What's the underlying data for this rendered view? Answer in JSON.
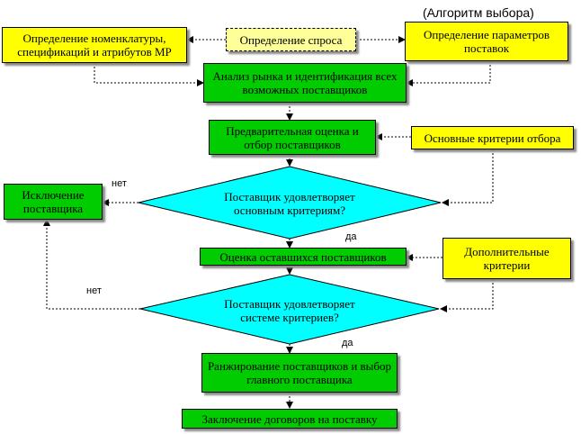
{
  "title": "(Алгоритм выбора)",
  "boxes": {
    "nomenclature": "Определение номенклатуры, спецификаций и атрибутов МР",
    "demand": "Определение спроса",
    "delivery_params": "Определение параметров поставок",
    "market_analysis": "Анализ рынка и идентификация всех возможных поставщиков",
    "preliminary": "Предварительная оценка и отбор поставщиков",
    "main_criteria": "Основные критерии отбора",
    "exclusion": "Исключение поставщика",
    "evaluation": "Оценка оставшихся поставщиков",
    "extra_criteria": "Дополнительные критерии",
    "ranking": "Ранжирование поставщиков и выбор главного поставщика",
    "contracts": "Заключение договоров на поставку"
  },
  "decisions": {
    "d1": "Поставщик удовлетворяет основным критериям?",
    "d2": "Поставщик удовлетворяет системе критериев?"
  },
  "labels": {
    "no1": "нет",
    "yes1": "да",
    "no2": "нет",
    "yes2": "да"
  },
  "colors": {
    "yellow": "#ffff00",
    "green": "#00cc00",
    "cyan": "#00ffff",
    "light_yellow": "#ffff99"
  }
}
